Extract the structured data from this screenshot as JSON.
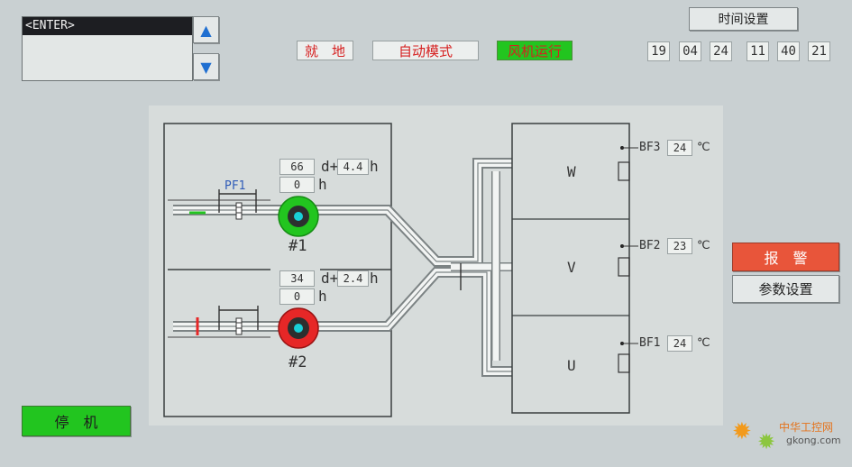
{
  "header": {
    "mode_local": "就　地",
    "mode_auto": "自动模式",
    "fan_status": "风机运行",
    "time_settings_button": "时间设置",
    "datetime": [
      "19",
      "04",
      "24",
      "11",
      "40",
      "21"
    ]
  },
  "message_list": {
    "first_item": "<ENTER>"
  },
  "fans": [
    {
      "label": "#1",
      "value_a": "66",
      "value_b": "0",
      "d_label": "d+",
      "d_value": "4.4",
      "unit": "h",
      "status": "running",
      "tag": "PF1"
    },
    {
      "label": "#2",
      "value_a": "34",
      "value_b": "0",
      "d_label": "d+",
      "d_value": "2.4",
      "unit": "h",
      "status": "stopped"
    }
  ],
  "motor": {
    "phases": [
      "W",
      "V",
      "U"
    ],
    "sensors": [
      {
        "name": "BF3",
        "value": "24",
        "unit": "℃"
      },
      {
        "name": "BF2",
        "value": "23",
        "unit": "℃"
      },
      {
        "name": "BF1",
        "value": "24",
        "unit": "℃"
      }
    ]
  },
  "buttons": {
    "alarm": "报　警",
    "parameter_settings": "参数设置",
    "stop": "停　机"
  },
  "watermark": {
    "site": "中华工控网",
    "domain": "gkong.com"
  },
  "colors": {
    "running_green": "#22c51f",
    "alarm_red": "#e8553a",
    "fan_stopped_red": "#e62727",
    "status_text_red": "#d62020"
  }
}
